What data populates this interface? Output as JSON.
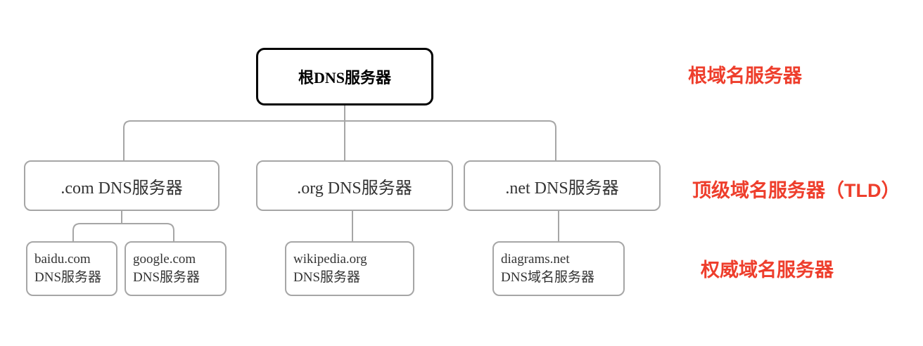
{
  "diagram_title": "DNS hierarchy diagram",
  "colors": {
    "background": "#ffffff",
    "root_border": "#000000",
    "box_border": "#a6a6a6",
    "connector": "#a6a6a6",
    "box_text": "#333333",
    "annotation_red": "#ee3e2c"
  },
  "root": {
    "label": "根DNS服务器"
  },
  "tld_servers": [
    {
      "label": ".com DNS服务器"
    },
    {
      "label": ".org DNS服务器"
    },
    {
      "label": ".net DNS服务器"
    }
  ],
  "authoritative_servers": [
    {
      "line1": "baidu.com",
      "line2": "DNS服务器"
    },
    {
      "line1": "google.com",
      "line2": "DNS服务器"
    },
    {
      "line1": "wikipedia.org",
      "line2": "DNS服务器"
    },
    {
      "line1": "diagrams.net",
      "line2": "DNS域名服务器"
    }
  ],
  "annotations": [
    {
      "label": "根域名服务器"
    },
    {
      "label": "顶级域名服务器（TLD）"
    },
    {
      "label": "权威域名服务器"
    }
  ]
}
